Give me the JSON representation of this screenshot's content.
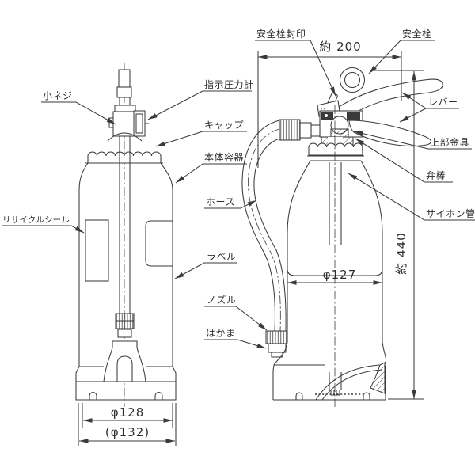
{
  "drawing": {
    "labels": {
      "small_screw": "小ネジ",
      "pressure_gauge": "指示圧力計",
      "cap": "キャップ",
      "body_container": "本体容器",
      "hose": "ホース",
      "recycle_seal": "リサイクルシール",
      "label_sticker": "ラベル",
      "nozzle": "ノズル",
      "hakama_base": "はかま",
      "safety_pin_seal": "安全栓封印",
      "safety_pin": "安全栓",
      "lever": "レバー",
      "upper_fitting": "上部金具",
      "valve_stem": "弁棒",
      "siphon_tube": "サイホン管"
    },
    "dimensions": {
      "width_approx": "約 200",
      "height_approx": "約 440",
      "body_diameter": "φ127",
      "base_diameter": "φ128",
      "base_outer_diameter": "(φ132)"
    },
    "colors": {
      "line": "#3a3a3a",
      "background": "#ffffff"
    }
  }
}
